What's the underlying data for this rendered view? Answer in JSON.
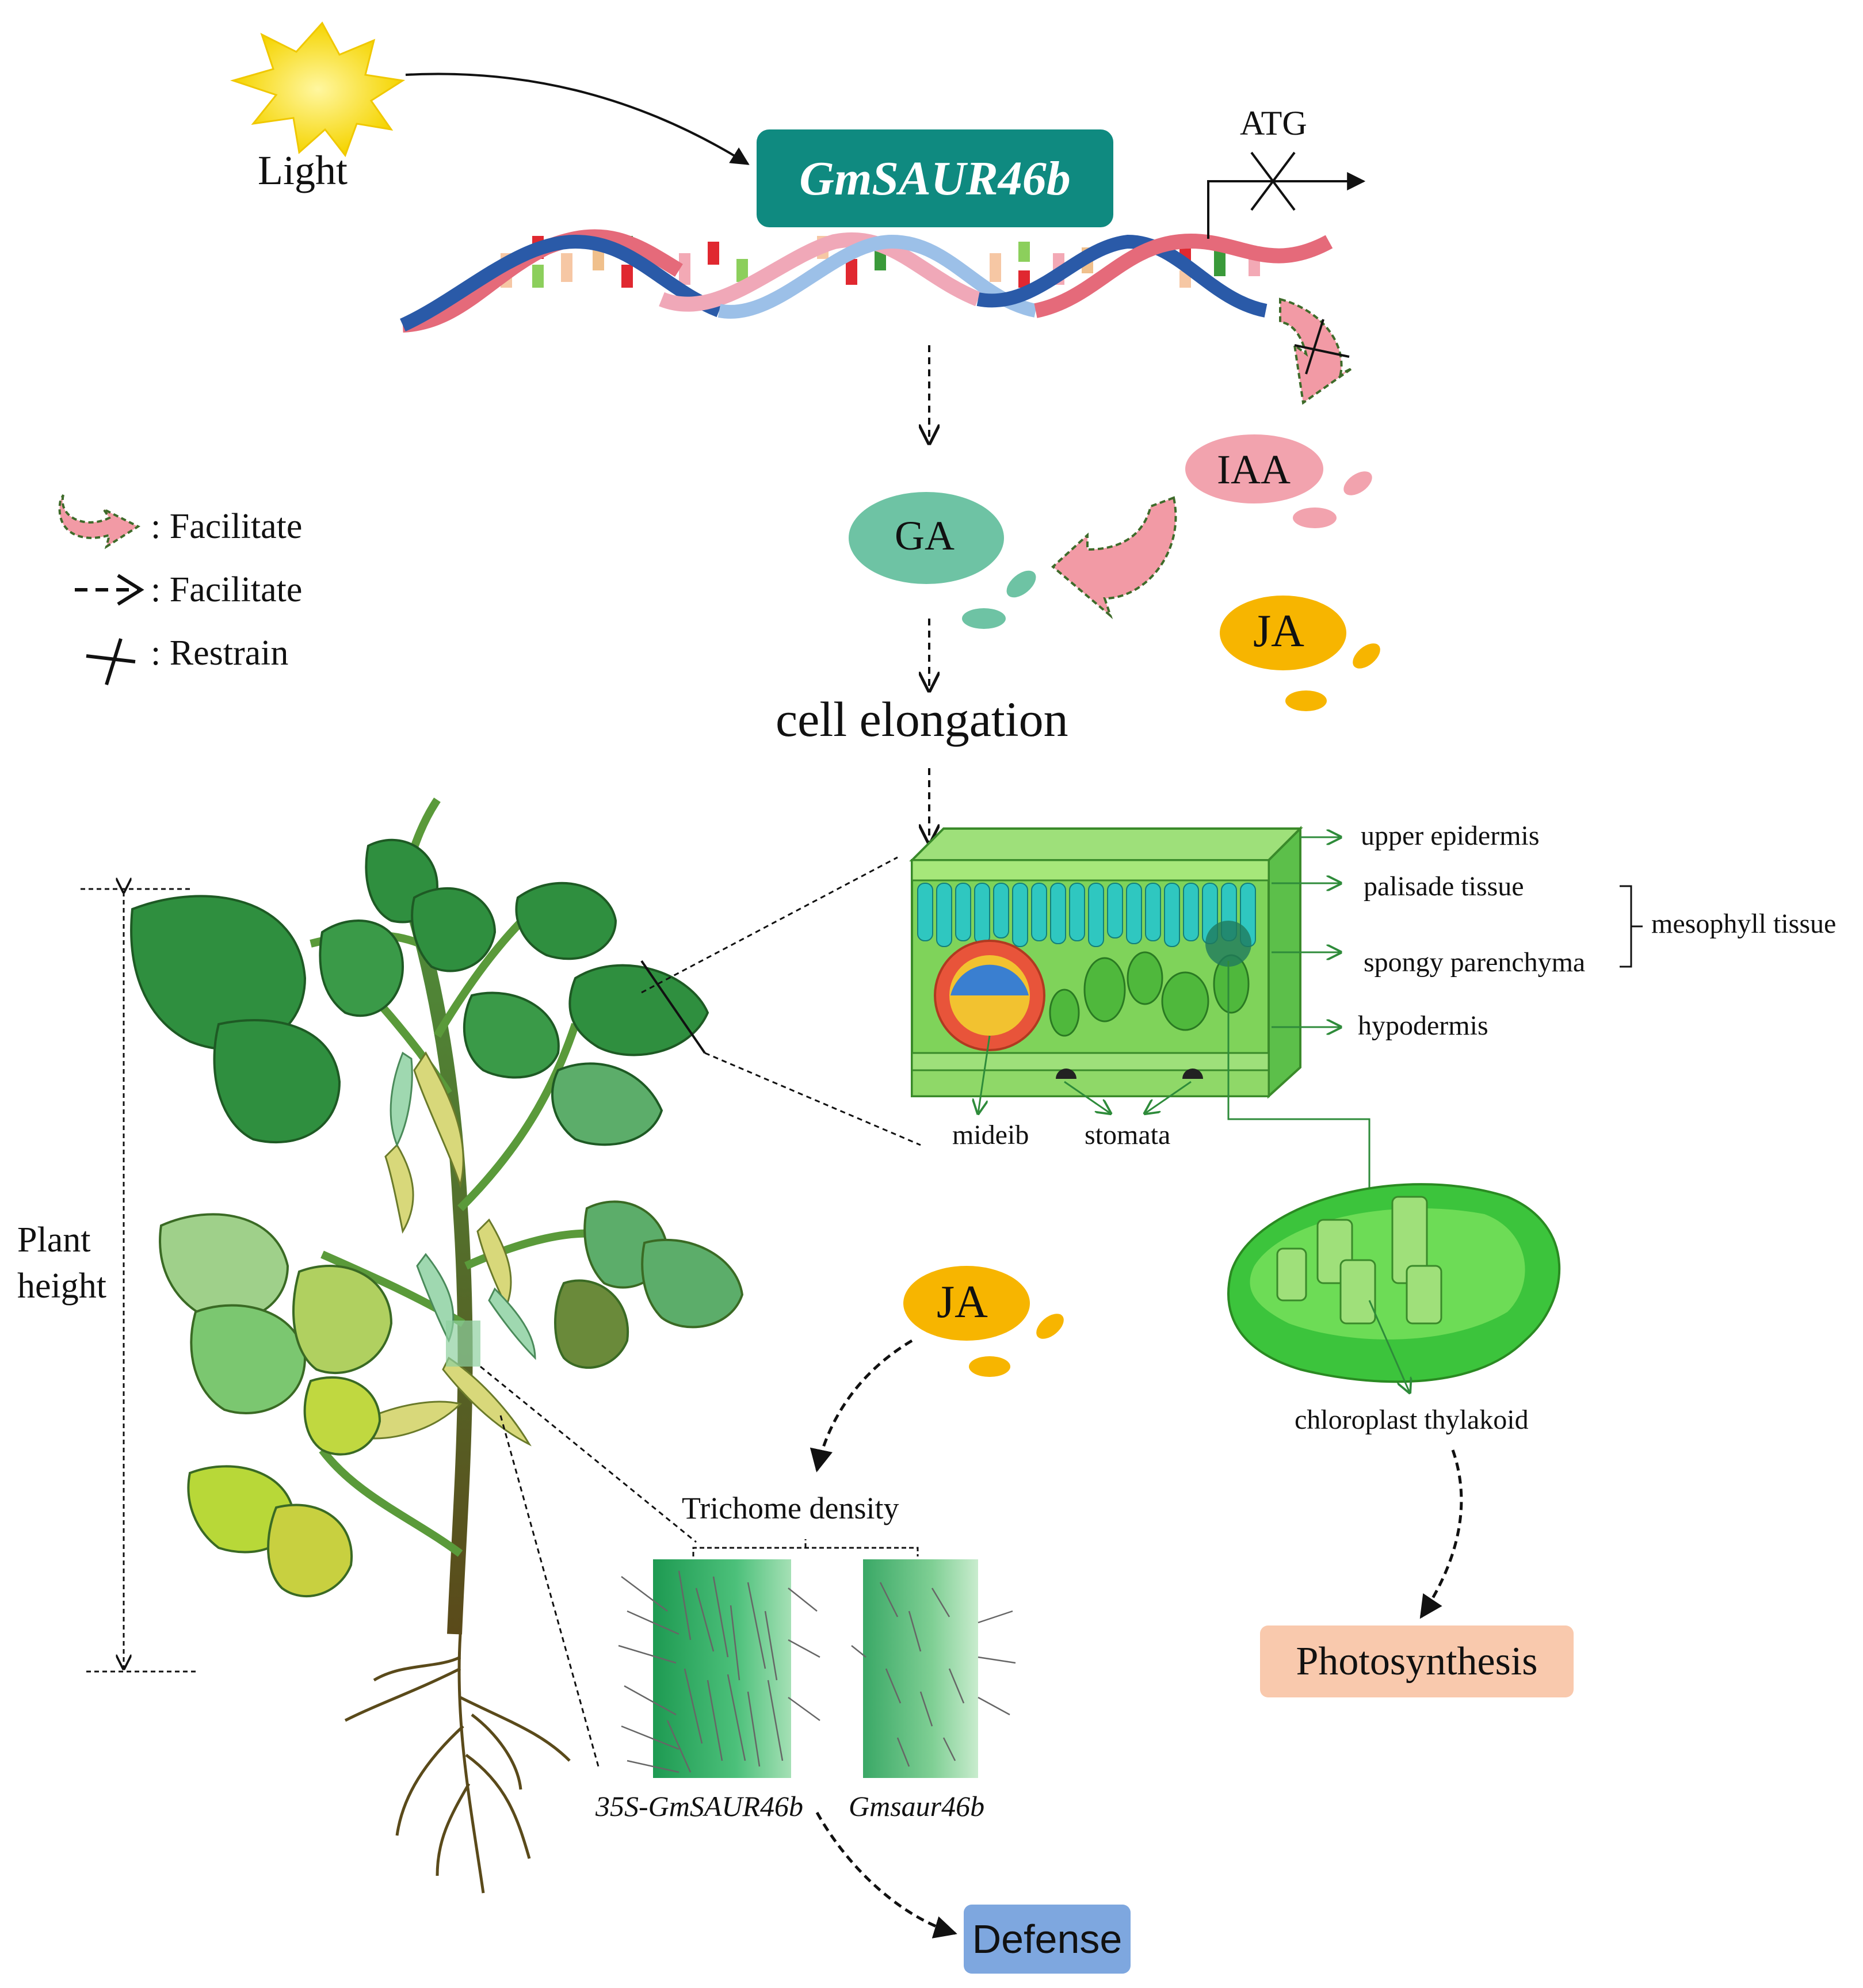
{
  "colors": {
    "teal": "#0f8a80",
    "ga_green": "#6ec3a4",
    "iaa_pink": "#f2a3ae",
    "ja_yellow": "#f7b500",
    "photosynthesis_bg": "#f9c9ad",
    "defense_bg": "#7ea7df",
    "leaf_dark": "#2f8f3f",
    "leaf_light": "#8cc86a"
  },
  "labels": {
    "light": "Light",
    "gene": "GmSAUR46b",
    "atg": "ATG",
    "ga": "GA",
    "iaa": "IAA",
    "ja_top": "JA",
    "ja_bottom": "JA",
    "cell_elongation": "cell elongation",
    "plant_height_line1": "Plant",
    "plant_height_line2": "height",
    "trichome_density": "Trichome density",
    "overexpression": "35S-GmSAUR46b",
    "mutant": "Gmsaur46b",
    "defense": "Defense",
    "chloroplast": "chloroplast thylakoid",
    "photosynthesis": "Photosynthesis"
  },
  "leaf_section": {
    "upper_epidermis": "upper epidermis",
    "palisade_tissue": "palisade tissue",
    "spongy_parenchyma": "spongy parenchyma",
    "mesophyll_tissue": "mesophyll tissue",
    "hypodermis": "hypodermis",
    "midrib": "mideib",
    "stomata": "stomata"
  },
  "legend": [
    {
      "icon": "pink-arrow-icon",
      "text": ": Facilitate"
    },
    {
      "icon": "dashed-arrow-icon",
      "text": ": Facilitate"
    },
    {
      "icon": "cross-icon",
      "text": ": Restrain"
    }
  ]
}
